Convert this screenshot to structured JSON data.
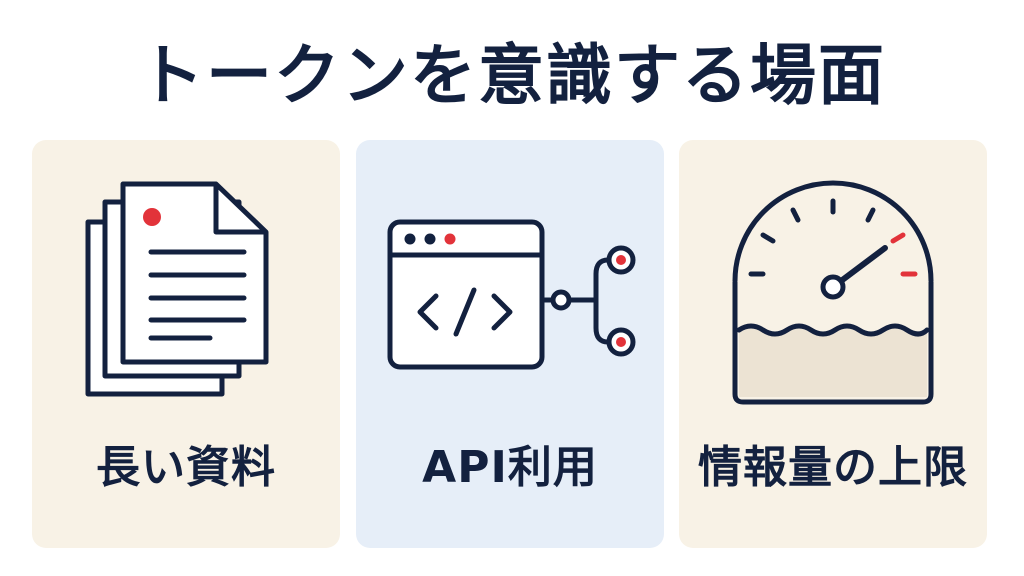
{
  "title": "トークンを意識する場面",
  "cards": [
    {
      "label": "長い資料",
      "icon": "documents-stack-icon"
    },
    {
      "label": "API利用",
      "icon": "code-window-api-icon"
    },
    {
      "label": "情報量の上限",
      "icon": "gauge-capacity-icon"
    }
  ],
  "colors": {
    "navy": "#13213f",
    "accent_red": "#e2333a",
    "card_beige": "#f8f2e6",
    "card_blue": "#e6eef8",
    "liquid": "#ece3d3"
  }
}
